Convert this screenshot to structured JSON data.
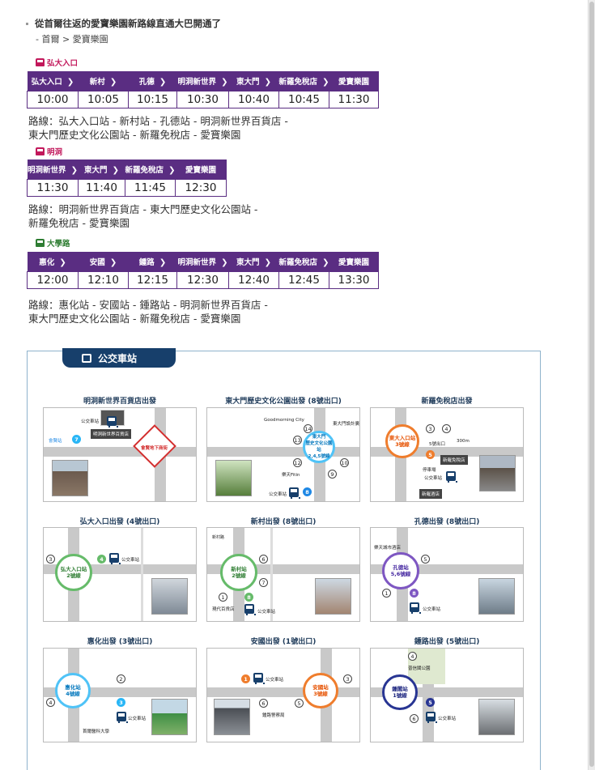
{
  "header": {
    "title": "從首爾往返的愛寶樂園新路線直通大巴開通了",
    "breadcrumb": "- 首爾 > 愛寶樂園"
  },
  "colors": {
    "table_header": "#5a2d82",
    "panel_tab": "#173f6b",
    "panel_border": "#8fb3cc"
  },
  "routes": [
    {
      "name": "弘大入口",
      "icon": "bus-icon",
      "icon_color": "#c2185b",
      "stops": [
        "弘大入口",
        "新村",
        "孔德",
        "明洞新世界",
        "東大門",
        "新羅免稅店",
        "愛寶樂園"
      ],
      "times": [
        "10:00",
        "10:05",
        "10:15",
        "10:30",
        "10:40",
        "10:45",
        "11:30"
      ],
      "path_line1": "路線：弘大入口站 - 新村站 - 孔德站 - 明洞新世界百貨店 -",
      "path_line2": "東大門歷史文化公園站 - 新羅免稅店 - 愛寶樂園"
    },
    {
      "name": "明洞",
      "icon": "bus-icon",
      "icon_color": "#c2185b",
      "stops": [
        "明洞新世界",
        "東大門",
        "新羅免稅店",
        "愛寶樂園"
      ],
      "times": [
        "11:30",
        "11:40",
        "11:45",
        "12:30"
      ],
      "path_line1": "路線：明洞新世界百貨店 - 東大門歷史文化公園站 -",
      "path_line2": "新羅免稅店 - 愛寶樂園"
    },
    {
      "name": "大學路",
      "icon": "bus-icon",
      "icon_color": "#2e7d32",
      "stops": [
        "惠化",
        "安國",
        "鍾路",
        "明洞新世界",
        "東大門",
        "新羅免稅店",
        "愛寶樂園"
      ],
      "times": [
        "12:00",
        "12:10",
        "12:15",
        "12:30",
        "12:40",
        "12:45",
        "13:30"
      ],
      "path_line1": "路線：惠化站 - 安國站 - 鍾路站 - 明洞新世界百貨店 -",
      "path_line2": "東大門歷史文化公園站 - 新羅免稅店 - 愛寶樂園"
    }
  ],
  "panel": {
    "tab_label": "公交車站",
    "maps": [
      {
        "title": "明洞新世界百貨店出發",
        "station": "",
        "labels": [
          "公交車站",
          "明洞新世界百貨店",
          "會賢站",
          "會賢地下商街"
        ],
        "nums": [
          "7"
        ]
      },
      {
        "title": "東大門歷史文化公園出發 (8號出口)",
        "station": "東大門\n歷史文化公園站\n2,4,5號線",
        "labels": [
          "Goodmorning City",
          "東大門設計廣場",
          "樂天Fitin",
          "公交車站"
        ],
        "nums": [
          "14",
          "13",
          "12",
          "10",
          "9",
          "8"
        ]
      },
      {
        "title": "新羅免稅店出發",
        "station": "東大入口站\n3號線",
        "labels": [
          "5號出口",
          "300m",
          "新羅免稅店",
          "停車場",
          "公交車站",
          "新羅酒店"
        ],
        "nums": [
          "3",
          "4",
          "5"
        ]
      },
      {
        "title": "弘大入口出發 (4號出口)",
        "station": "弘大入口站\n2號線",
        "labels": [
          "公交車站"
        ],
        "nums": [
          "3",
          "4"
        ]
      },
      {
        "title": "新村出發 (8號出口)",
        "station": "新村站\n2號線",
        "labels": [
          "新村路",
          "現代百貨店",
          "公交車站"
        ],
        "nums": [
          "6",
          "7",
          "1",
          "8"
        ]
      },
      {
        "title": "孔德出發 (8號出口)",
        "station": "孔德站\n5,6號線",
        "labels": [
          "樂天城市酒店",
          "公交車站"
        ],
        "nums": [
          "5",
          "1",
          "8"
        ]
      },
      {
        "title": "惠化出發 (3號出口)",
        "station": "惠化站\n4號線",
        "labels": [
          "公交車站",
          "首爾醫科大學"
        ],
        "nums": [
          "2",
          "3",
          "4"
        ]
      },
      {
        "title": "安國出發 (1號出口)",
        "station": "安國站\n3號線",
        "labels": [
          "公交車站",
          "鍾路警察局"
        ],
        "nums": [
          "1",
          "3",
          "6",
          "5"
        ]
      },
      {
        "title": "鍾路出發 (5號出口)",
        "station": "鍾閣站\n1號線",
        "labels": [
          "普信閣公園",
          "公交車站"
        ],
        "nums": [
          "4",
          "5",
          "6"
        ]
      }
    ]
  }
}
